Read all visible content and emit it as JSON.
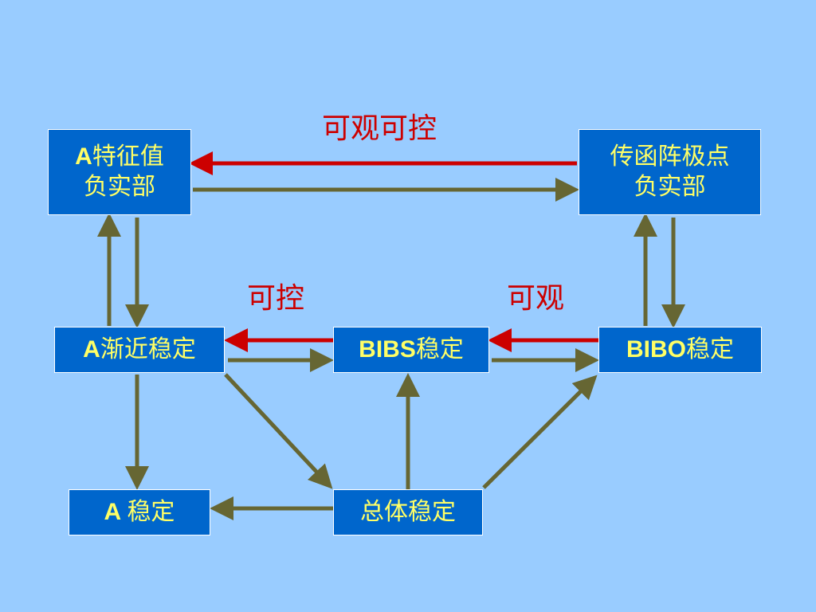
{
  "colors": {
    "background": "#99ccff",
    "node_fill": "#0066cc",
    "node_text": "#ffff66",
    "implication_arrow": "#666633",
    "condition_arrow": "#cc0000",
    "condition_text": "#cc0000"
  },
  "nodes": {
    "a_eigen": {
      "prefix": "A",
      "text": "特征值",
      "line2": "负实部"
    },
    "tf_poles": {
      "line1": "传函阵极点",
      "line2": "负实部"
    },
    "a_asym": {
      "prefix": "A",
      "text": "渐近稳定"
    },
    "bibs": {
      "prefix": "BIBS",
      "text": "稳定"
    },
    "bibo": {
      "prefix": "BIBO",
      "text": "稳定"
    },
    "a_stable": {
      "prefix": "A ",
      "text": "稳定"
    },
    "total": {
      "text": "总体稳定"
    }
  },
  "labels": {
    "top": "可观可控",
    "left": "可控",
    "right": "可观"
  }
}
